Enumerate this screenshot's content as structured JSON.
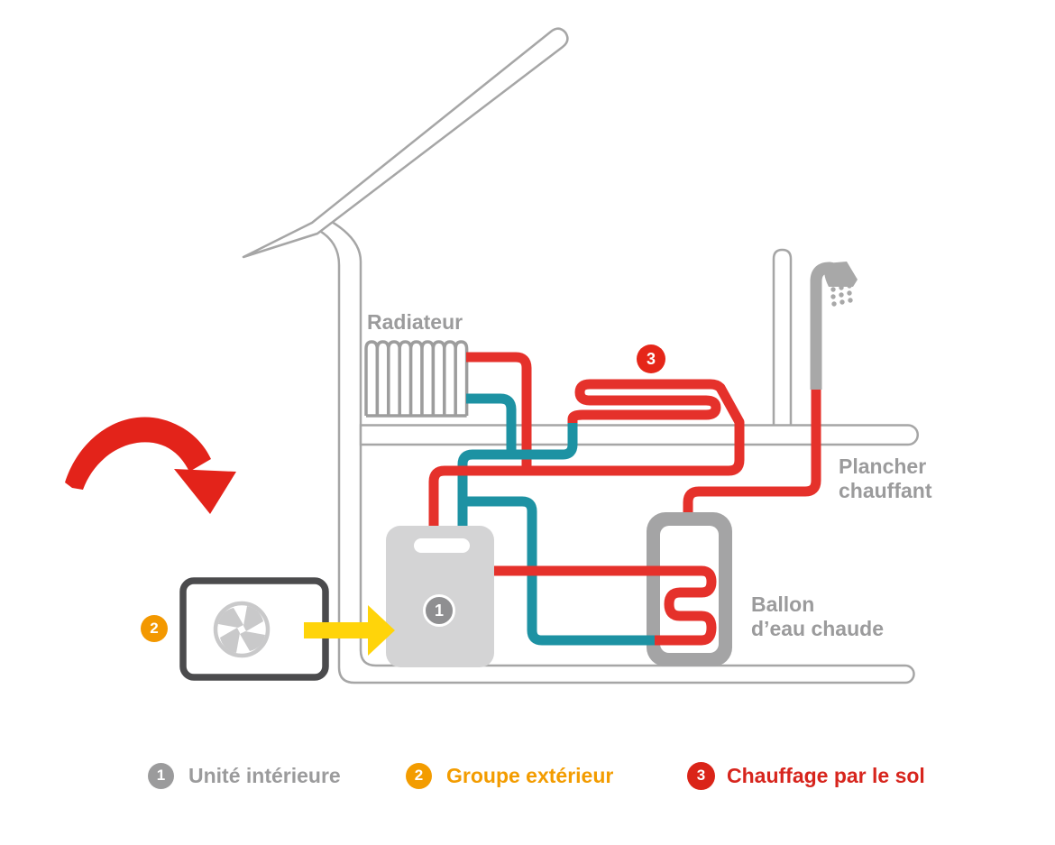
{
  "diagram": {
    "labels": {
      "radiator": "Radiateur",
      "floor_heating_line1": "Plancher",
      "floor_heating_line2": "chauffant",
      "tank_line1": "Ballon",
      "tank_line2": "d’eau chaude"
    },
    "badges": {
      "indoor_unit": "1",
      "outdoor_unit": "2",
      "floor_heating": "3"
    },
    "icons": [
      "fan-icon",
      "shower-icon",
      "radiator-icon",
      "tank-icon",
      "airflow-arrow-icon",
      "heat-arrow-icon"
    ]
  },
  "legend": {
    "items": [
      {
        "number": "1",
        "label": "Unité intérieure",
        "color": "#9b9b9c"
      },
      {
        "number": "2",
        "label": "Groupe extérieur",
        "color": "#f39c00"
      },
      {
        "number": "3",
        "label": "Chauffage par le sol",
        "color": "#d7251d"
      }
    ]
  },
  "colors": {
    "hot_pipe": "#e5312b",
    "cold_pipe": "#1d92a3",
    "structure": "#a6a6a6",
    "component_gray": "#9d9d9d",
    "tank_wall": "#a4a4a5",
    "indoor_unit_fill": "#d4d4d5",
    "outdoor_unit_border": "#4b4b4d",
    "fan_gray": "#c9c9ca",
    "shower_gray": "#a8a8a8",
    "arrow_yellow": "#ffd40a",
    "arrow_red": "#e3231a",
    "badge_gray": "#8f8f91",
    "badge_orange": "#f39800",
    "badge_red": "#e52619"
  }
}
